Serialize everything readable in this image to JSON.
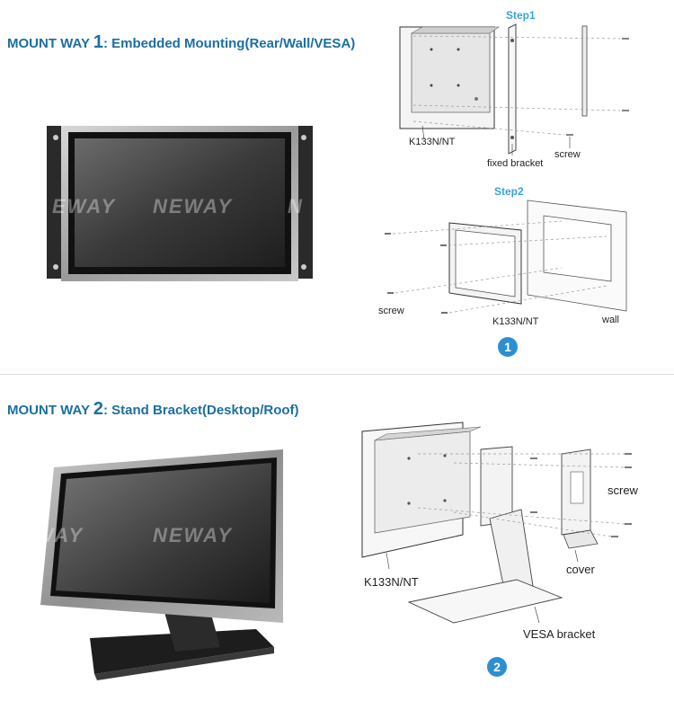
{
  "section1": {
    "heading_prefix": "MOUNT WAY ",
    "heading_number": "1",
    "heading_suffix": ": Embedded Mounting(Rear/Wall/VESA)",
    "photo_watermark": "NEWAY",
    "photo_watermark_left": "EWAY",
    "photo_watermark_right": "N",
    "step1": {
      "title": "Step1",
      "label_model": "K133N/NT",
      "label_bracket": "fixed bracket",
      "label_screw": "screw"
    },
    "step2": {
      "title": "Step2",
      "label_screw": "screw",
      "label_model": "K133N/NT",
      "label_wall": "wall"
    },
    "badge": "1"
  },
  "section2": {
    "heading_prefix": "MOUNT WAY ",
    "heading_number": "2",
    "heading_suffix": ": Stand Bracket(Desktop/Roof)",
    "photo_watermark": "NEWAY",
    "photo_watermark_left": "EWAY",
    "diagram": {
      "label_screw": "screw",
      "label_model": "K133N/NT",
      "label_cover": "cover",
      "label_vesa": "VESA bracket"
    },
    "badge": "2"
  },
  "colors": {
    "heading": "#1b6fa0",
    "step": "#3aa3d6",
    "badge": "#2e8fd0"
  }
}
